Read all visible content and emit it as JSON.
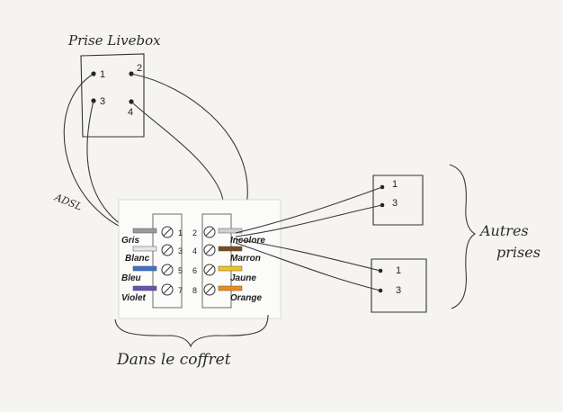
{
  "livebox": {
    "title": "Prise Livebox",
    "pins": [
      "1",
      "2",
      "3",
      "4"
    ]
  },
  "adsl_label": "ADSL",
  "coffret": {
    "caption": "Dans le coffret",
    "terminals_left": [
      {
        "num": "1",
        "label": "Gris",
        "color": "#9a9a9a"
      },
      {
        "num": "3",
        "label": "Blanc",
        "color": "#e6e6e6"
      },
      {
        "num": "5",
        "label": "Bleu",
        "color": "#3b73d1"
      },
      {
        "num": "7",
        "label": "Violet",
        "color": "#6a4fb3"
      }
    ],
    "terminals_right": [
      {
        "num": "2",
        "label": "Incolore",
        "color": "#cfcfcf"
      },
      {
        "num": "4",
        "label": "Marron",
        "color": "#7a4a20"
      },
      {
        "num": "6",
        "label": "Jaune",
        "color": "#f0c419"
      },
      {
        "num": "8",
        "label": "Orange",
        "color": "#f08a1c"
      }
    ]
  },
  "autres": {
    "label_line1": "Autres",
    "label_line2": "prises",
    "boxes": [
      {
        "pins": [
          "1",
          "3"
        ]
      },
      {
        "pins": [
          "1",
          "3"
        ]
      }
    ]
  }
}
